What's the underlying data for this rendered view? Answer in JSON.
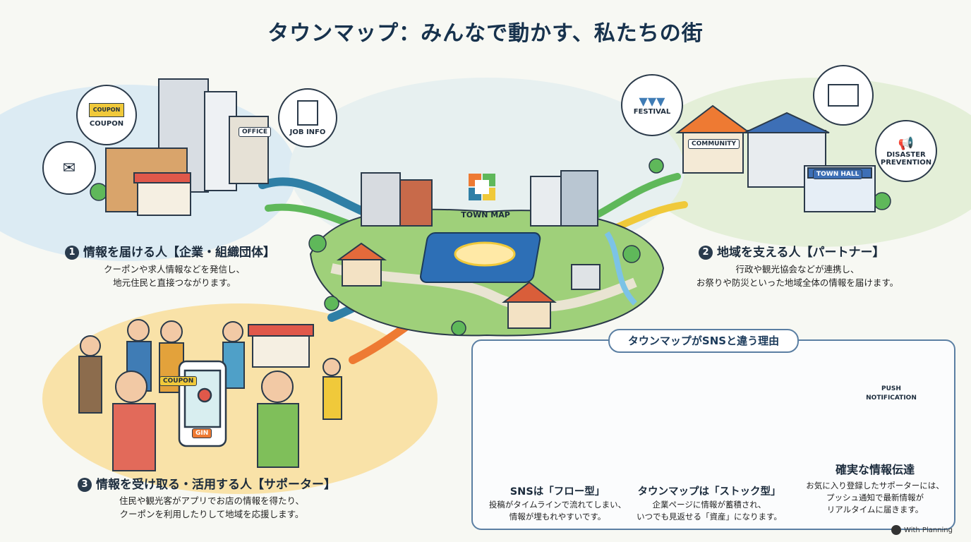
{
  "title": "タウンマップ：みんなで動かす、私たちの街",
  "center": {
    "logo_label": "TOWN MAP"
  },
  "section1": {
    "number": "1",
    "heading": "情報を届ける人【企業・組織団体】",
    "desc_line1": "クーポンや求人情報などを発信し、",
    "desc_line2": "地元住民と直接つながります。",
    "bubbles": {
      "coupon": "COUPON",
      "job": "JOB INFO"
    },
    "signs": {
      "coupon_ticket": "COUPON",
      "office": "OFFICE"
    }
  },
  "section2": {
    "number": "2",
    "heading": "地域を支える人【パートナー】",
    "desc_line1": "行政や観光協会などが連携し、",
    "desc_line2": "お祭りや防災といった地域全体の情報を届けます。",
    "bubbles": {
      "festival": "FESTIVAL",
      "disaster_line1": "DISASTER",
      "disaster_line2": "PREVENTION"
    },
    "signs": {
      "community": "COMMUNITY",
      "townhall": "TOWN HALL"
    }
  },
  "section3": {
    "number": "3",
    "heading": "情報を受け取る・活用する人【サポーター】",
    "desc_line1": "住民や観光客がアプリでお店の情報を得たり、",
    "desc_line2": "クーポンを利用したりして地域を応援します。",
    "phone_coupon": "COUPON",
    "phone_button": "GIN"
  },
  "comparison": {
    "title": "タウンマップがSNSと違う理由",
    "flow": {
      "heading": "SNSは「フロー型」",
      "desc_line1": "投稿がタイムラインで流れてしまい、",
      "desc_line2": "情報が埋もれやすいです。"
    },
    "stock": {
      "heading": "タウンマップは「ストック型」",
      "desc_line1": "企業ページに情報が蓄積され、",
      "desc_line2": "いつでも見返せる「資産」になります。"
    },
    "push": {
      "heading": "確実な情報伝達",
      "badge_line1": "PUSH",
      "badge_line2": "NOTIFICATION",
      "desc_line1": "お気に入り登録したサポーターには、",
      "desc_line2": "プッシュ通知で最新情報が",
      "desc_line3": "リアルタイムに届きます。"
    }
  },
  "brand": "With Planning"
}
